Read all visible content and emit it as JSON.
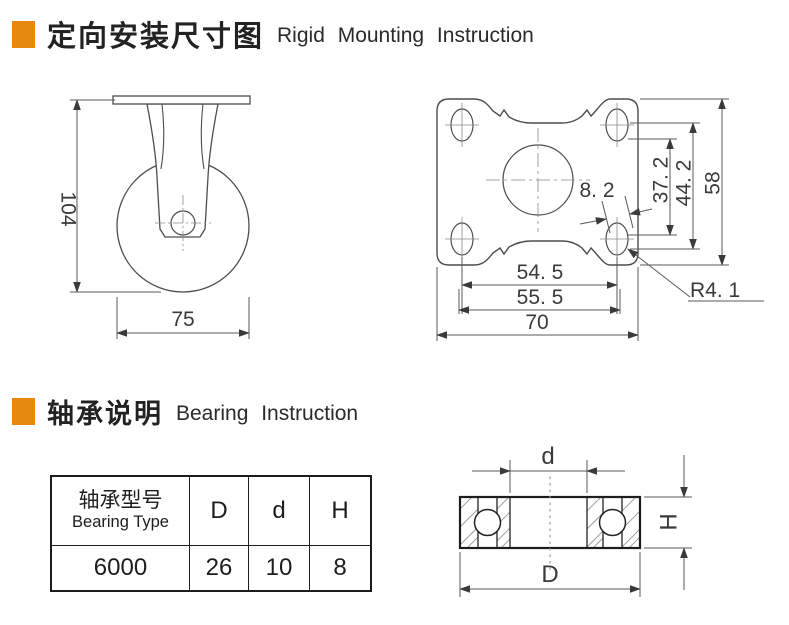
{
  "accent_color": "#E8890F",
  "line_color": "#4d4d4d",
  "sections": {
    "mounting": {
      "title_zh": "定向安装尺寸图",
      "title_en": "Rigid Mounting Instruction"
    },
    "bearing": {
      "title_zh": "轴承说明",
      "title_en": "Bearing Instruction"
    }
  },
  "side_view": {
    "overall_height": "104",
    "wheel_diameter": "75"
  },
  "plate_view": {
    "slot_width": "8. 2",
    "span_inner": "37. 2",
    "span_outer": "44. 2",
    "plate_height": "58",
    "bolt_span": "54. 5",
    "bolt_span_outer": "55. 5",
    "plate_width": "70",
    "corner_radius": "R4. 1"
  },
  "bearing_view": {
    "inner_dia_label": "d",
    "outer_dia_label": "D",
    "height_label": "H"
  },
  "bearing_table": {
    "header": {
      "type_zh": "轴承型号",
      "type_en": "Bearing Type",
      "col_D": "D",
      "col_d": "d",
      "col_H": "H"
    },
    "row": {
      "model": "6000",
      "D": "26",
      "d": "10",
      "H": "8"
    }
  }
}
